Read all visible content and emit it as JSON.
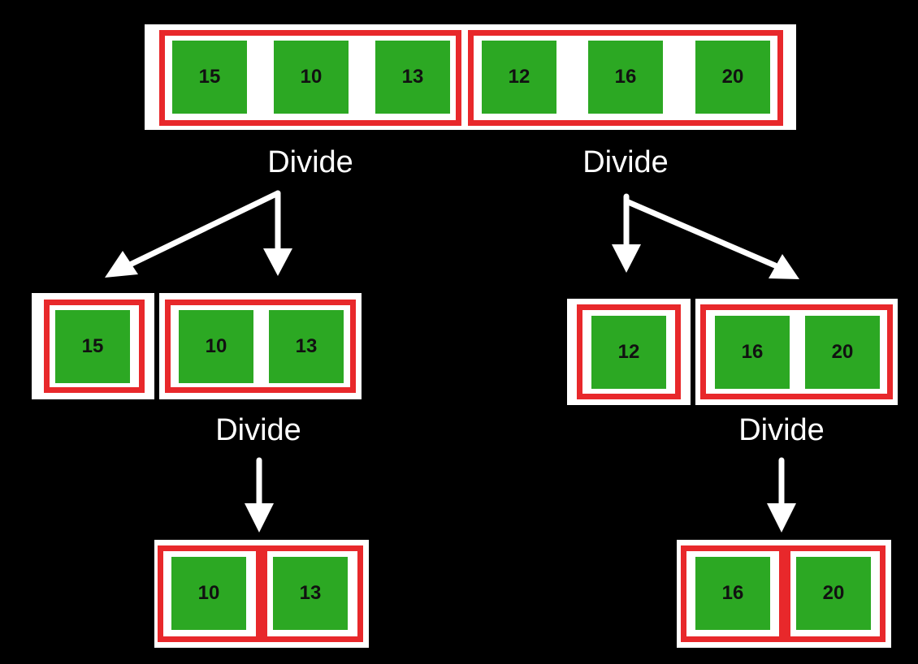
{
  "diagram": {
    "colors": {
      "background": "#000000",
      "frame": "#ffffff",
      "group_border": "#e8282b",
      "cell": "#2ca823",
      "arrow": "#ffffff"
    },
    "top_row": {
      "left_group": [
        "15",
        "10",
        "13"
      ],
      "right_group": [
        "12",
        "16",
        "20"
      ]
    },
    "labels": {
      "divide_top_left": "Divide",
      "divide_top_right": "Divide",
      "divide_mid_left": "Divide",
      "divide_mid_right": "Divide"
    },
    "mid_left": {
      "single": "15",
      "pair": [
        "10",
        "13"
      ]
    },
    "mid_right": {
      "single": "12",
      "pair": [
        "16",
        "20"
      ]
    },
    "bottom_left": [
      "10",
      "13"
    ],
    "bottom_right": [
      "16",
      "20"
    ]
  }
}
